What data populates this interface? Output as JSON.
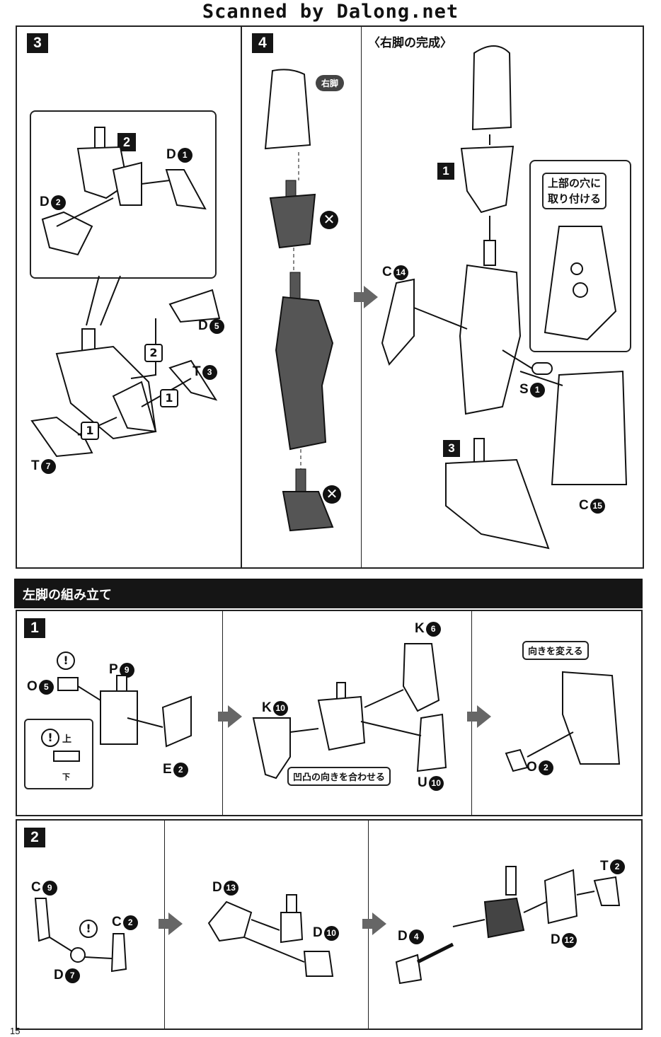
{
  "banner": "Scanned by Dalong.net",
  "top": {
    "step3": {
      "num": "3",
      "parts": {
        "d1": {
          "letter": "D",
          "num": "1"
        },
        "d2": {
          "letter": "D",
          "num": "2"
        },
        "d5": {
          "letter": "D",
          "num": "5"
        },
        "t3": {
          "letter": "T",
          "num": "3"
        },
        "t7": {
          "letter": "T",
          "num": "7"
        }
      },
      "inset_step": "2",
      "order_marks": [
        "1",
        "1",
        "2"
      ]
    },
    "step4": {
      "num": "4",
      "side_badge": "右脚",
      "cross_mark": "✕"
    },
    "complete": {
      "heading": "〈右脚の完成〉",
      "step_a": "1",
      "step_b": "3",
      "parts": {
        "c14": {
          "letter": "C",
          "num": "14"
        },
        "s1": {
          "letter": "S",
          "num": "1"
        },
        "c15": {
          "letter": "C",
          "num": "15"
        }
      },
      "note": "上部の穴に\n取り付ける"
    }
  },
  "left_leg": {
    "heading": "左脚の組み立て",
    "step1": {
      "num": "1",
      "parts": {
        "o5": {
          "letter": "O",
          "num": "5"
        },
        "p9": {
          "letter": "P",
          "num": "9"
        },
        "e2": {
          "letter": "E",
          "num": "2"
        },
        "k10": {
          "letter": "K",
          "num": "10"
        },
        "k6": {
          "letter": "K",
          "num": "6"
        },
        "u10": {
          "letter": "U",
          "num": "10"
        },
        "o2": {
          "letter": "O",
          "num": "2"
        }
      },
      "up_label": "上",
      "down_label": "下",
      "note_align": "凹凸の向きを合わせる",
      "note_turn": "向きを変える",
      "warn": "!"
    },
    "step2": {
      "num": "2",
      "parts": {
        "c9": {
          "letter": "C",
          "num": "9"
        },
        "c2": {
          "letter": "C",
          "num": "2"
        },
        "d7": {
          "letter": "D",
          "num": "7"
        },
        "d13": {
          "letter": "D",
          "num": "13"
        },
        "d10": {
          "letter": "D",
          "num": "10"
        },
        "t2": {
          "letter": "T",
          "num": "2"
        },
        "d4": {
          "letter": "D",
          "num": "4"
        },
        "d12": {
          "letter": "D",
          "num": "12"
        }
      }
    }
  },
  "page_number": "15"
}
